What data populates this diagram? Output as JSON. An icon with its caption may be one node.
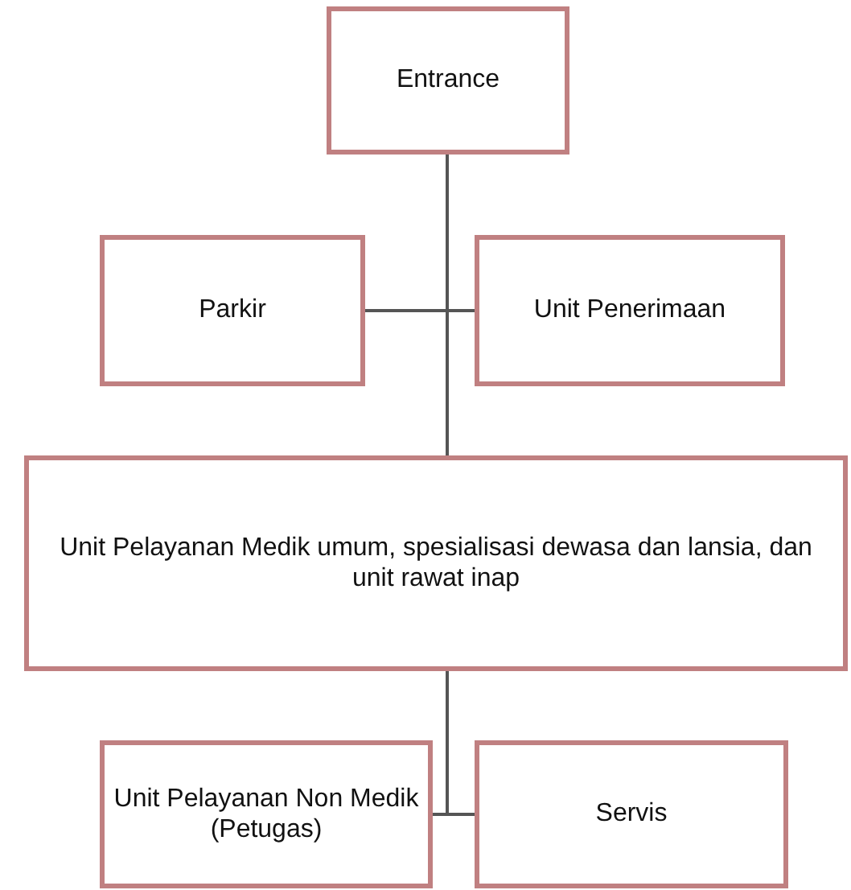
{
  "diagram": {
    "nodes": [
      {
        "text": [
          "Entrance"
        ]
      },
      {
        "text": [
          "Parkir"
        ]
      },
      {
        "text": [
          "Unit Penerimaan"
        ]
      },
      {
        "text": [
          "Unit Pelayanan Medik umum, spesialisasi dewasa dan lansia, dan unit rawat inap"
        ]
      },
      {
        "text": [
          "Unit Pelayanan Non Medik (Petugas)"
        ]
      },
      {
        "text": [
          "Servis"
        ]
      }
    ],
    "edges": [
      {
        "from": 0,
        "to": 1,
        "arrow": "none"
      },
      {
        "from": 0,
        "to": 2,
        "arrow": "none"
      },
      {
        "from": 0,
        "to": 3,
        "arrow": "none"
      },
      {
        "from": 3,
        "to": 4,
        "arrow": "none"
      },
      {
        "from": 3,
        "to": 5,
        "arrow": "none"
      }
    ]
  }
}
